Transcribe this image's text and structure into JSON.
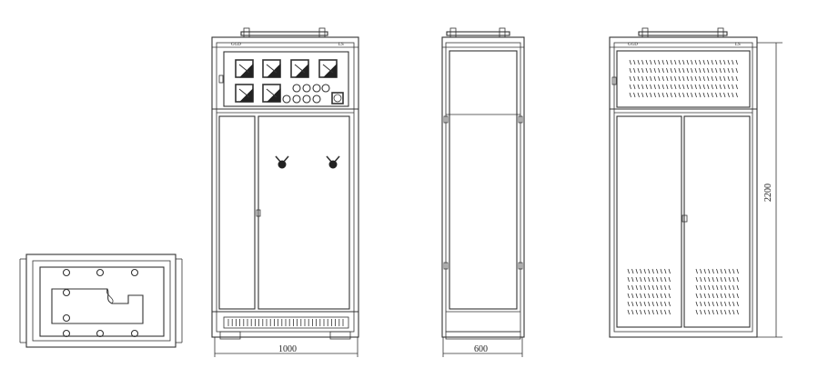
{
  "labels": {
    "front_left_mark": "GGD",
    "front_right_mark": "LS",
    "back_left_mark": "GGD",
    "back_right_mark": "LS"
  },
  "dimensions": {
    "width_front": "1000",
    "depth_side": "600",
    "height": "2200"
  },
  "views": {
    "plan": {
      "bolt_holes": 8
    },
    "front": {
      "meters": 6,
      "indicator_lights": 8,
      "door_handles": 2
    },
    "side": {},
    "back": {
      "top_louver_rows": 5,
      "bottom_louver_groups": 2
    }
  }
}
